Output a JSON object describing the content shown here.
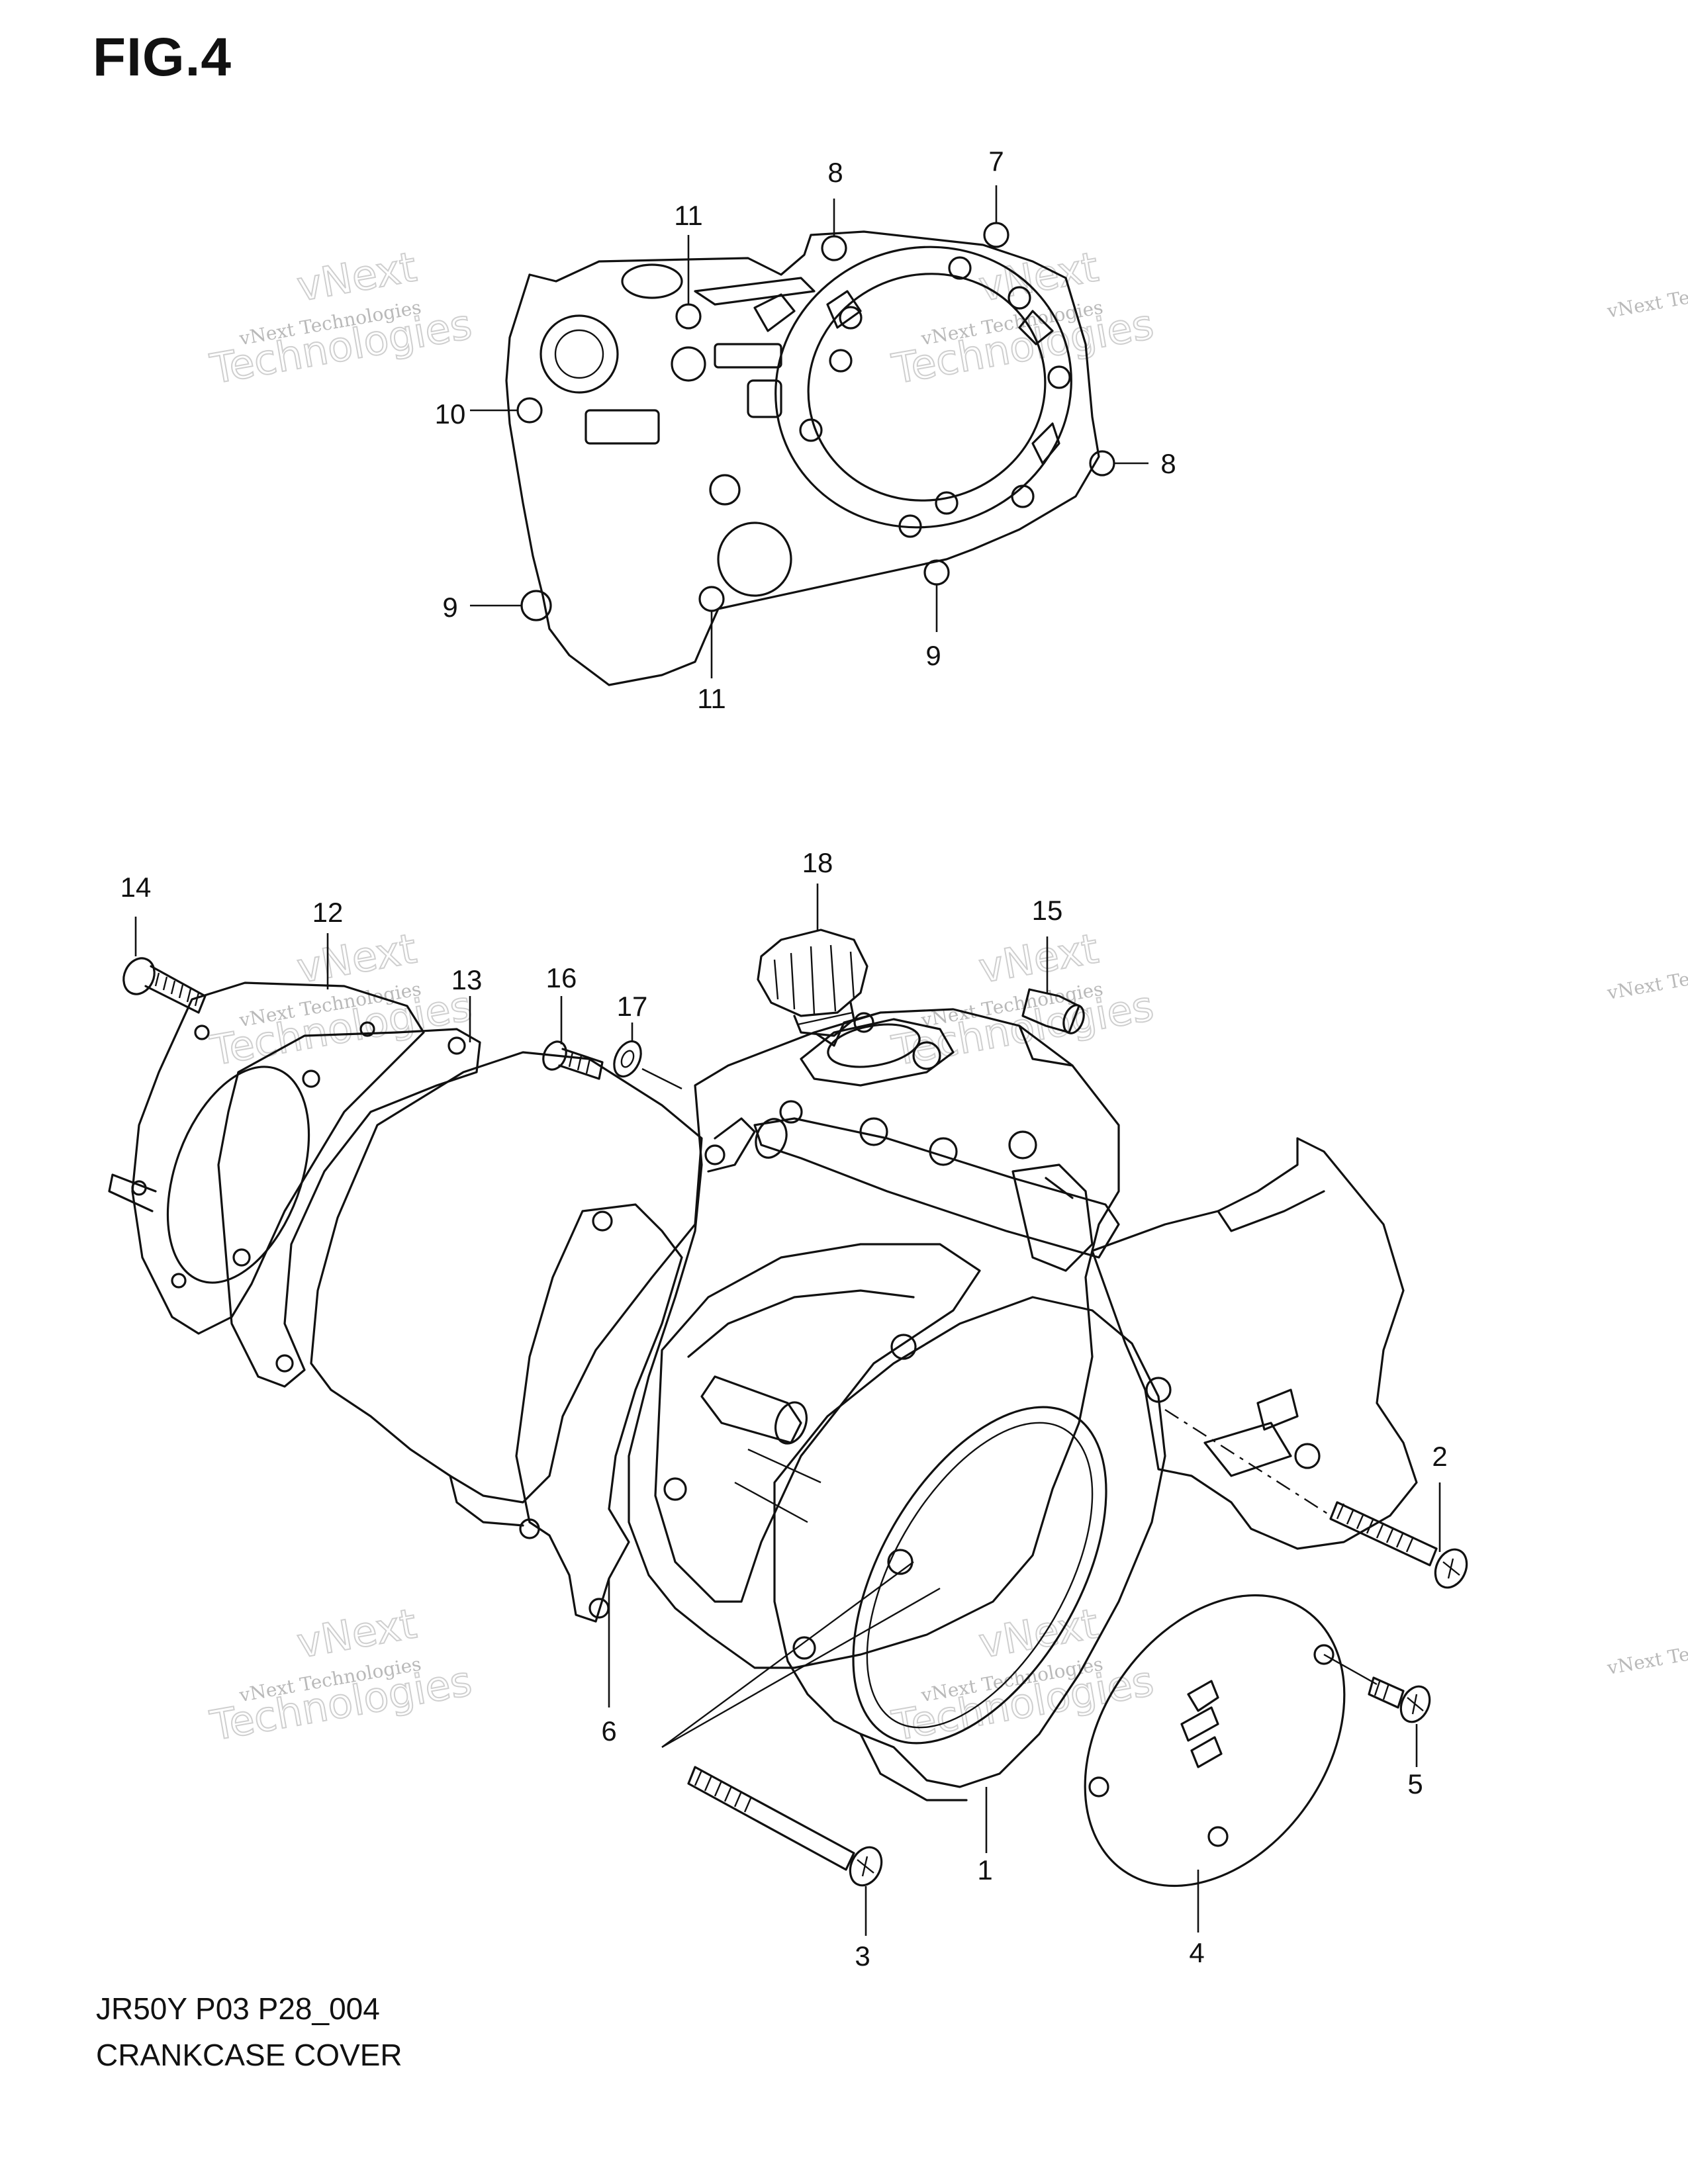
{
  "figure": {
    "title": "FIG.4"
  },
  "footer": {
    "model_code": "JR50Y P03 P28_004",
    "section_title": "CRANKCASE COVER"
  },
  "watermark": {
    "line1": "vNext Technologies",
    "line2": "vNext",
    "line3": "Technologies"
  },
  "callouts": {
    "c1": "1",
    "c2": "2",
    "c3": "3",
    "c4": "4",
    "c5": "5",
    "c6": "6",
    "c7": "7",
    "c8a": "8",
    "c8b": "8",
    "c9a": "9",
    "c9b": "9",
    "c10": "10",
    "c11a": "11",
    "c11b": "11",
    "c12": "12",
    "c13": "13",
    "c14": "14",
    "c15": "15",
    "c16": "16",
    "c17": "17",
    "c18": "18"
  }
}
